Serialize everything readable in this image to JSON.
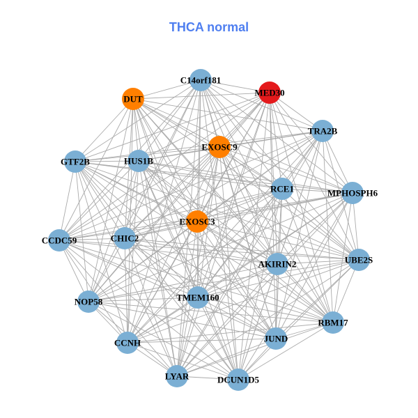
{
  "title": "THCA normal",
  "colors": {
    "default": "#7bafd4",
    "highlight": "#ff7f00",
    "hub": "#e41a1c",
    "edge": "#aaaaaa",
    "title": "#4f7ff0"
  },
  "nodes": [
    {
      "id": "C14orf181",
      "group": "default"
    },
    {
      "id": "DUT",
      "group": "highlight"
    },
    {
      "id": "MED30",
      "group": "hub"
    },
    {
      "id": "TRA2B",
      "group": "default"
    },
    {
      "id": "EXOSC9",
      "group": "highlight"
    },
    {
      "id": "GTF2B",
      "group": "default"
    },
    {
      "id": "HUS1B",
      "group": "default"
    },
    {
      "id": "RCE1",
      "group": "default"
    },
    {
      "id": "MPHOSPH6",
      "group": "default"
    },
    {
      "id": "EXOSC3",
      "group": "highlight"
    },
    {
      "id": "CCDC59",
      "group": "default"
    },
    {
      "id": "CHIC2",
      "group": "default"
    },
    {
      "id": "AKIRIN2",
      "group": "default"
    },
    {
      "id": "UBE2S",
      "group": "default"
    },
    {
      "id": "NOP58",
      "group": "default"
    },
    {
      "id": "TMEM160",
      "group": "default"
    },
    {
      "id": "RBM17",
      "group": "default"
    },
    {
      "id": "JUND",
      "group": "default"
    },
    {
      "id": "CCNH",
      "group": "default"
    },
    {
      "id": "LYAR",
      "group": "default"
    },
    {
      "id": "DCUN1D5",
      "group": "default"
    }
  ],
  "edges": "all-pairs"
}
